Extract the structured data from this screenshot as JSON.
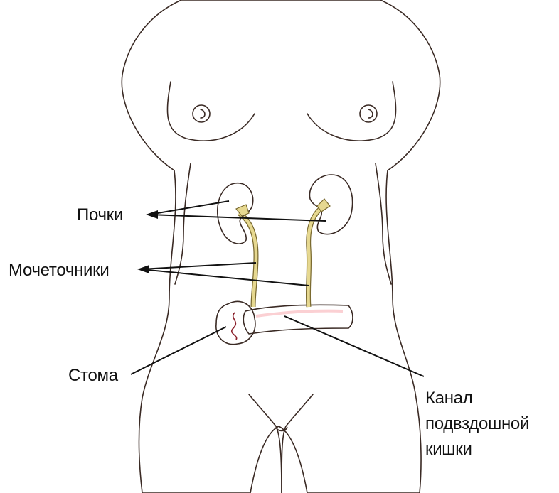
{
  "labels": {
    "kidneys": "Почки",
    "ureters": "Мочеточники",
    "stoma": "Стома",
    "ileal_conduit_line1": "Канал",
    "ileal_conduit_line2": "подвздошной",
    "ileal_conduit_line3": "кишки"
  },
  "colors": {
    "skin": "#f9dccd",
    "outline": "#3a2a24",
    "kidney": "#7a1e1a",
    "ureter": "#e6d890",
    "stoma": "#d44a5a",
    "conduit": "#f1a9ae"
  }
}
